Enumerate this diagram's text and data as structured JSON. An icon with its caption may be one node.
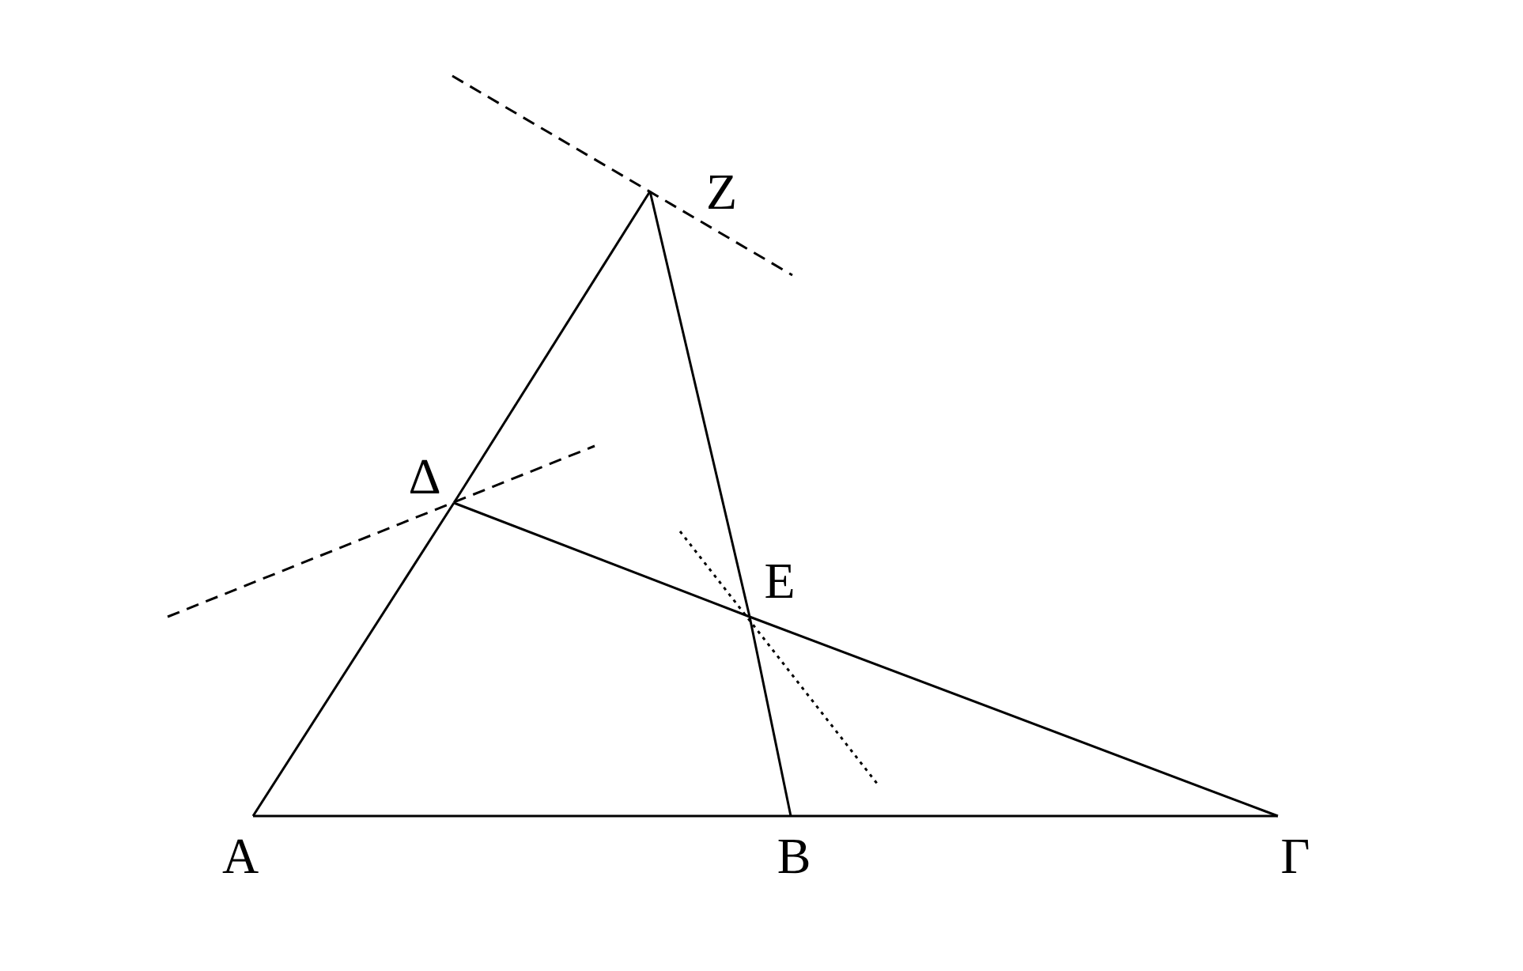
{
  "diagram": {
    "nodes": [
      {
        "text": [
          "Z"
        ]
      },
      {
        "text": [
          "Δ"
        ]
      },
      {
        "text": [
          "E"
        ]
      },
      {
        "text": [
          "A"
        ]
      },
      {
        "text": [
          "B"
        ]
      },
      {
        "text": [
          "Γ"
        ]
      }
    ],
    "edges": [
      {
        "from": 3,
        "to": 1,
        "arrow": "none"
      },
      {
        "from": 1,
        "to": 0,
        "arrow": "none"
      },
      {
        "from": 0,
        "to": 2,
        "arrow": "none"
      },
      {
        "from": 2,
        "to": 4,
        "arrow": "none"
      },
      {
        "from": 3,
        "to": 4,
        "arrow": "none"
      },
      {
        "from": 4,
        "to": 5,
        "arrow": "none"
      },
      {
        "from": 1,
        "to": 2,
        "arrow": "none"
      },
      {
        "from": 2,
        "to": 5,
        "arrow": "none"
      }
    ]
  }
}
